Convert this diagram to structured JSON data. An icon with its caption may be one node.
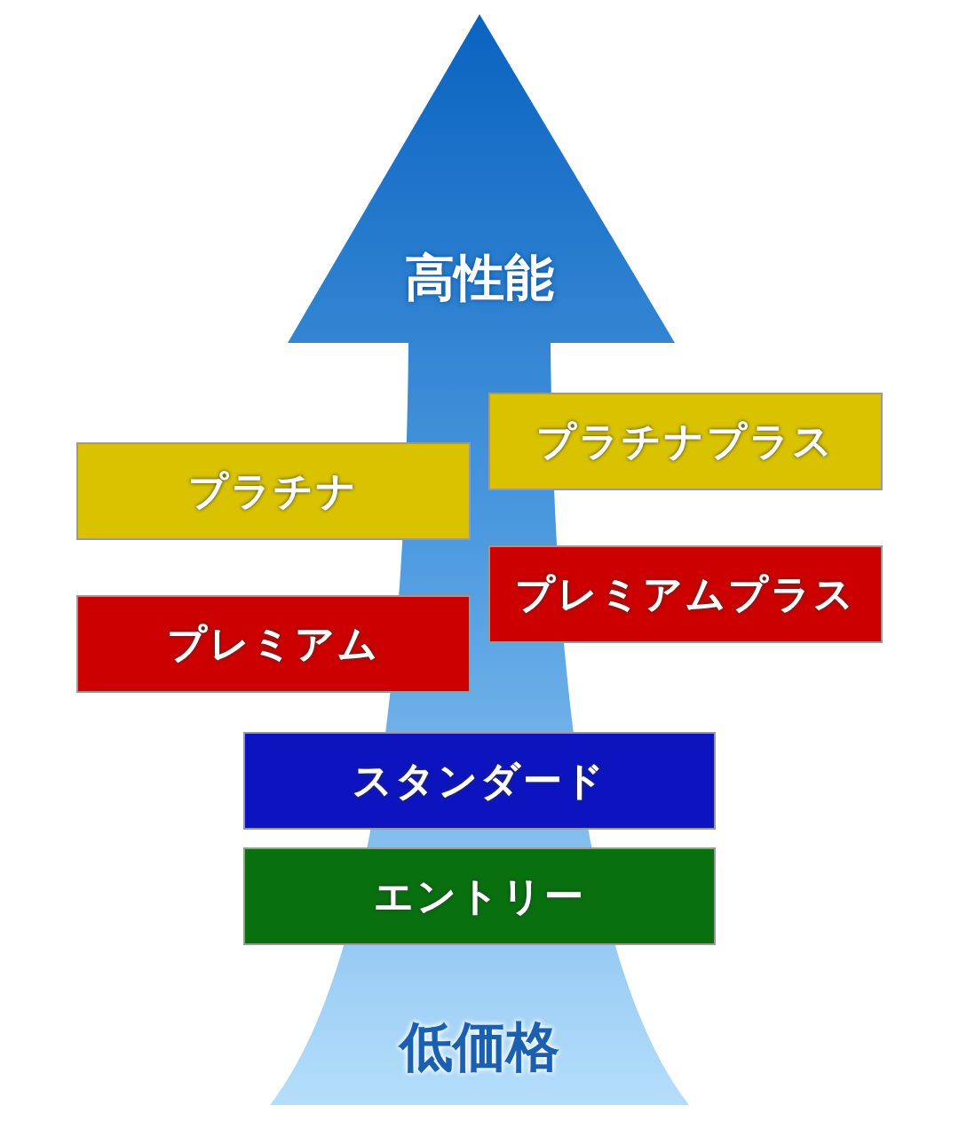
{
  "diagram": {
    "nodes": [
      {
        "text": [
          "プラチナプラス"
        ]
      },
      {
        "text": [
          "プラチナ"
        ]
      },
      {
        "text": [
          "プレミアムプラス"
        ]
      },
      {
        "text": [
          "プレミアム"
        ]
      },
      {
        "text": [
          "スタンダード"
        ]
      },
      {
        "text": [
          "エントリー"
        ]
      }
    ],
    "labels": [
      "高性能",
      "低価格"
    ]
  }
}
